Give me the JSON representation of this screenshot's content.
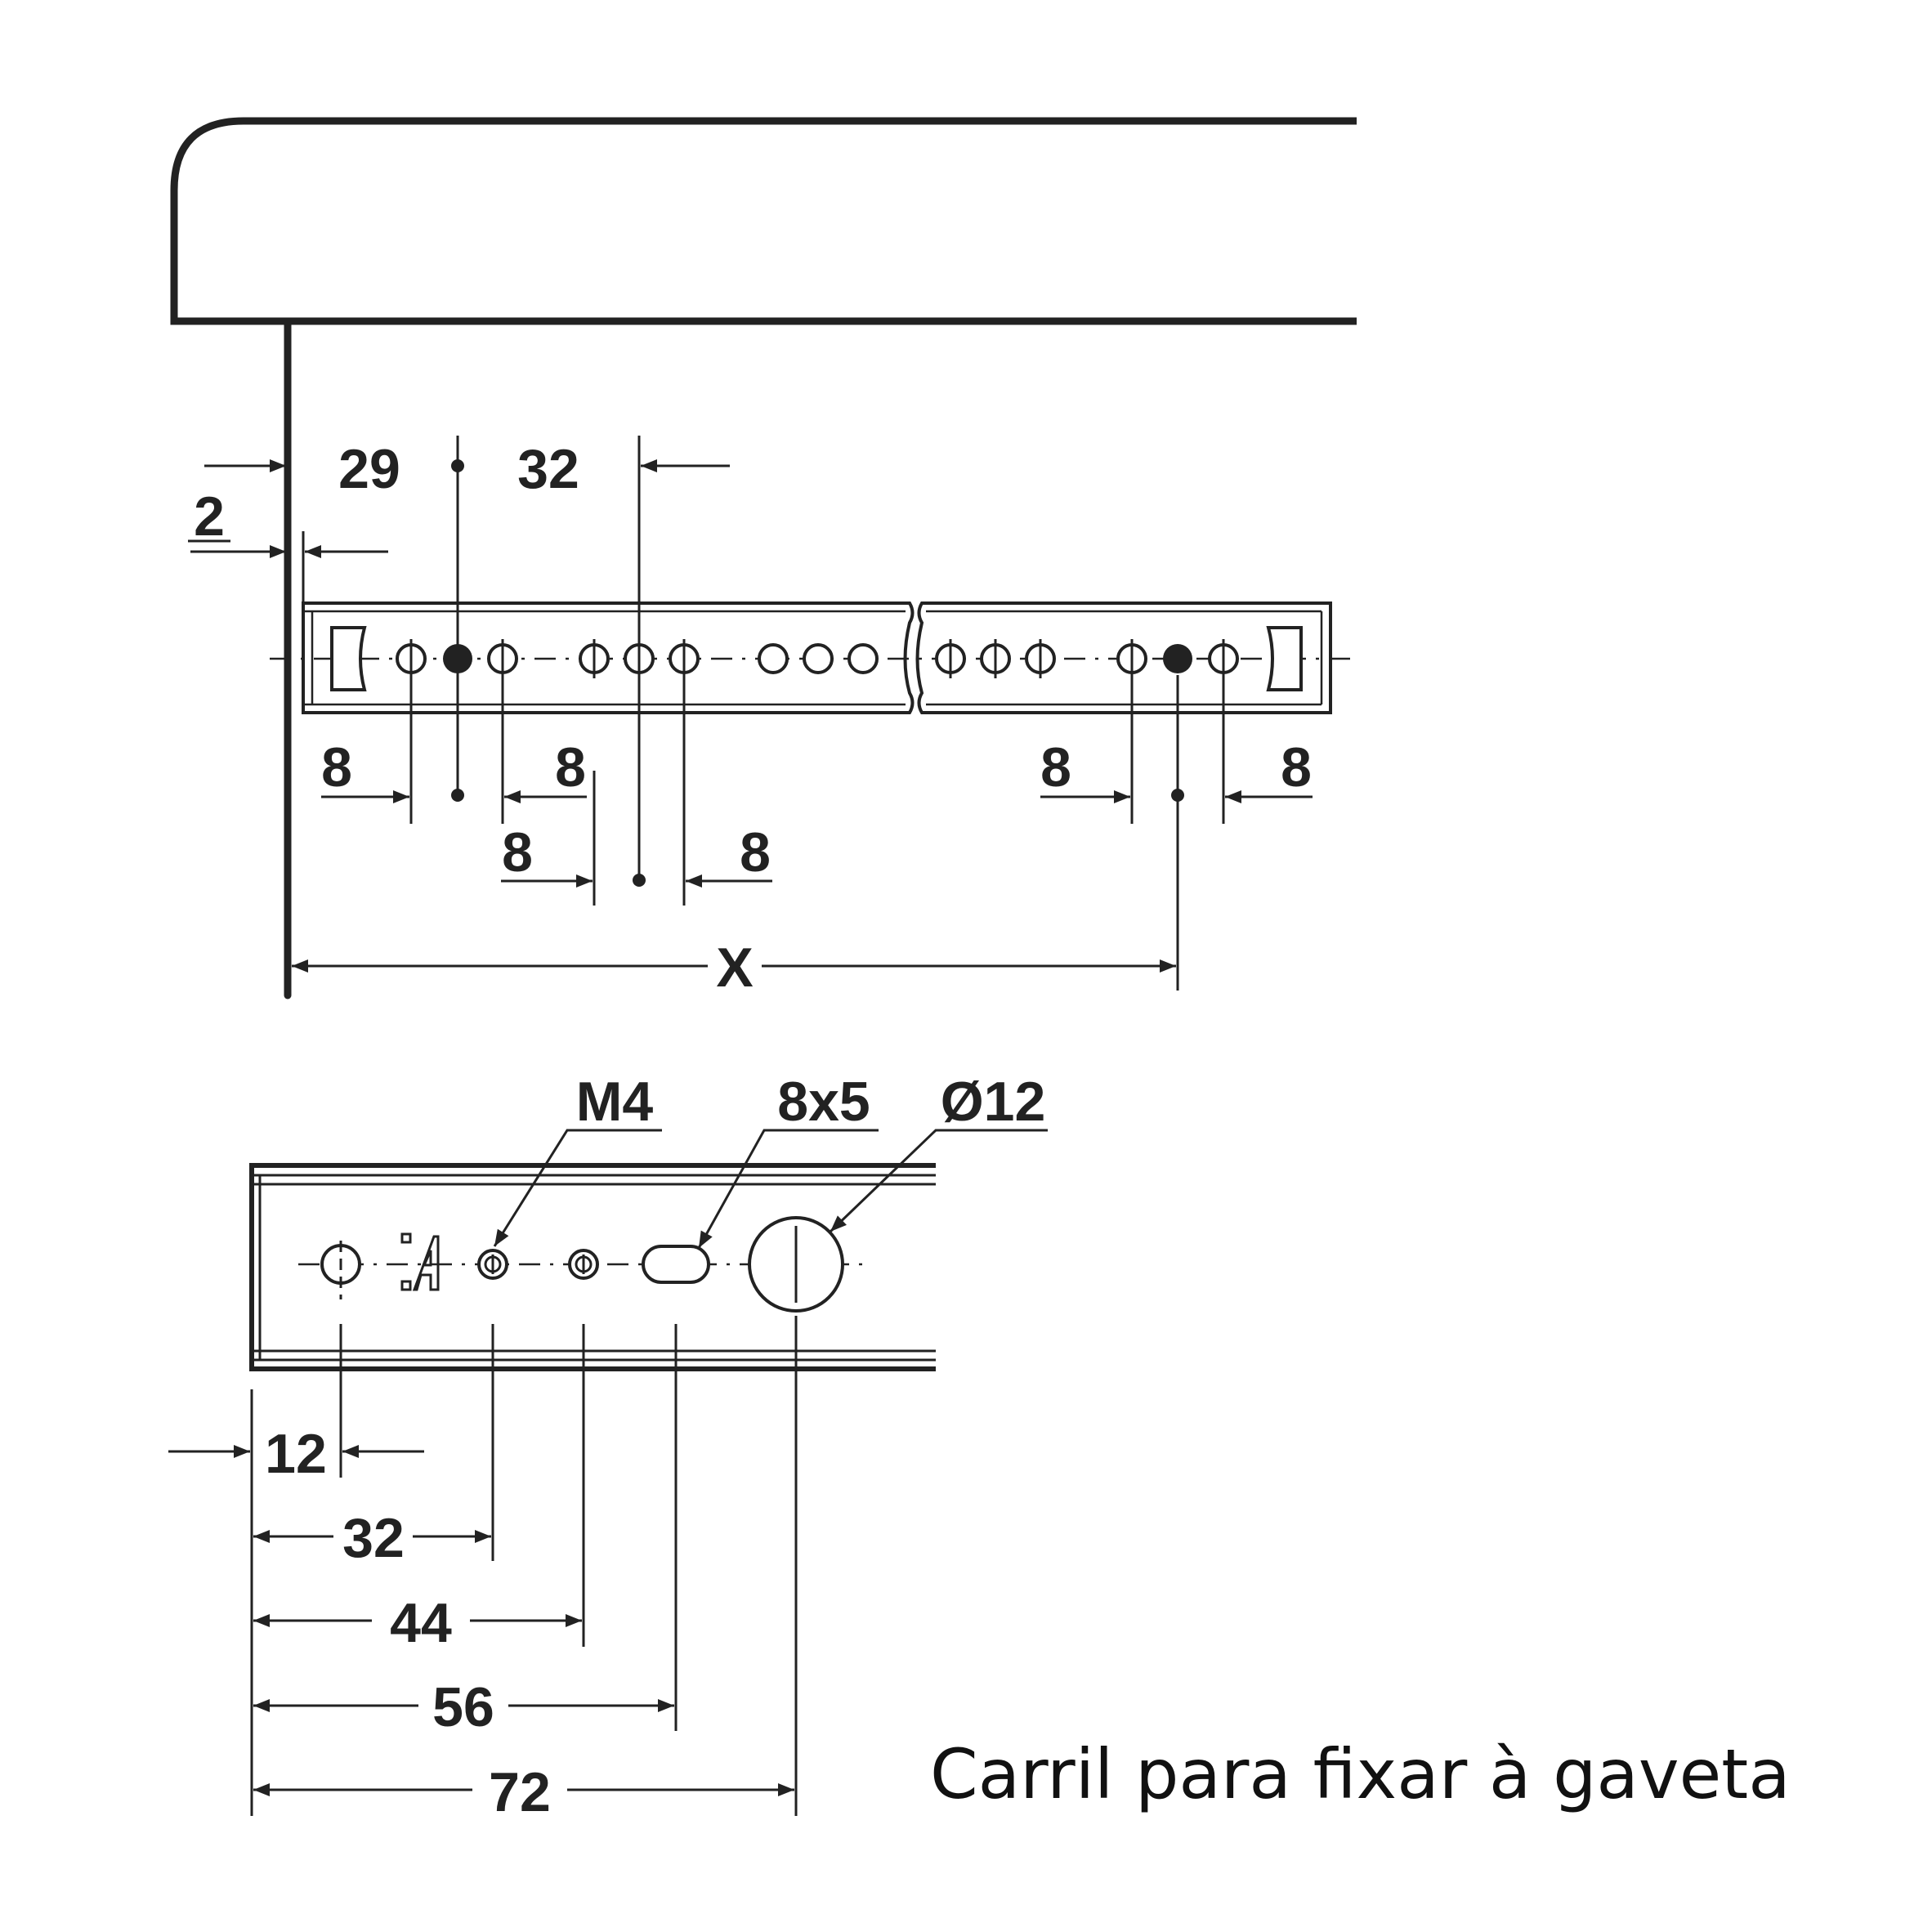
{
  "colors": {
    "line": "#222222",
    "background": "#ffffff"
  },
  "top_view": {
    "dims": {
      "d2": "2",
      "d29": "29",
      "d32": "32",
      "d8_a": "8",
      "d8_b": "8",
      "d8_c": "8",
      "d8_d": "8",
      "d8_e": "8",
      "d8_f": "8",
      "x": "X"
    }
  },
  "detail_view": {
    "labels": {
      "m4": "M4",
      "slot": "8x5",
      "dia": "Ø12"
    },
    "dims": {
      "d12": "12",
      "d32": "32",
      "d44": "44",
      "d56": "56",
      "d72": "72"
    }
  },
  "caption": "Carril para fixar à gaveta"
}
